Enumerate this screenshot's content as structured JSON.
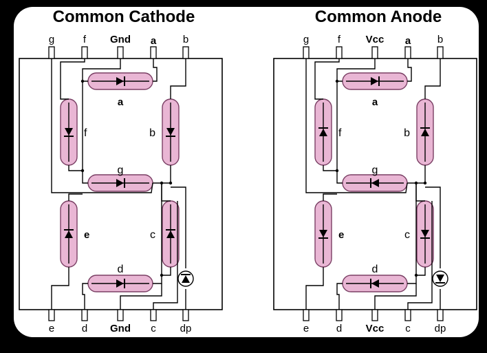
{
  "colors": {
    "segment_fill": "#e9b6d4",
    "segment_stroke": "#7a3f64",
    "wire": "#000000",
    "background": "#ffffff"
  },
  "diagrams": [
    {
      "id": "cathode",
      "title": "Common Cathode",
      "top_pins": [
        "g",
        "f",
        "Gnd",
        "a",
        "b"
      ],
      "bottom_pins": [
        "e",
        "d",
        "Gnd",
        "c",
        "dp"
      ],
      "segments": {
        "a": "a",
        "b": "b",
        "c": "c",
        "d": "d",
        "e": "e",
        "f": "f",
        "g": "g"
      },
      "diode_icon": "diode-icon"
    },
    {
      "id": "anode",
      "title": "Common Anode",
      "top_pins": [
        "g",
        "f",
        "Vcc",
        "a",
        "b"
      ],
      "bottom_pins": [
        "e",
        "d",
        "Vcc",
        "c",
        "dp"
      ],
      "segments": {
        "a": "a",
        "b": "b",
        "c": "c",
        "d": "d",
        "e": "e",
        "f": "f",
        "g": "g"
      },
      "diode_icon": "diode-icon"
    }
  ]
}
